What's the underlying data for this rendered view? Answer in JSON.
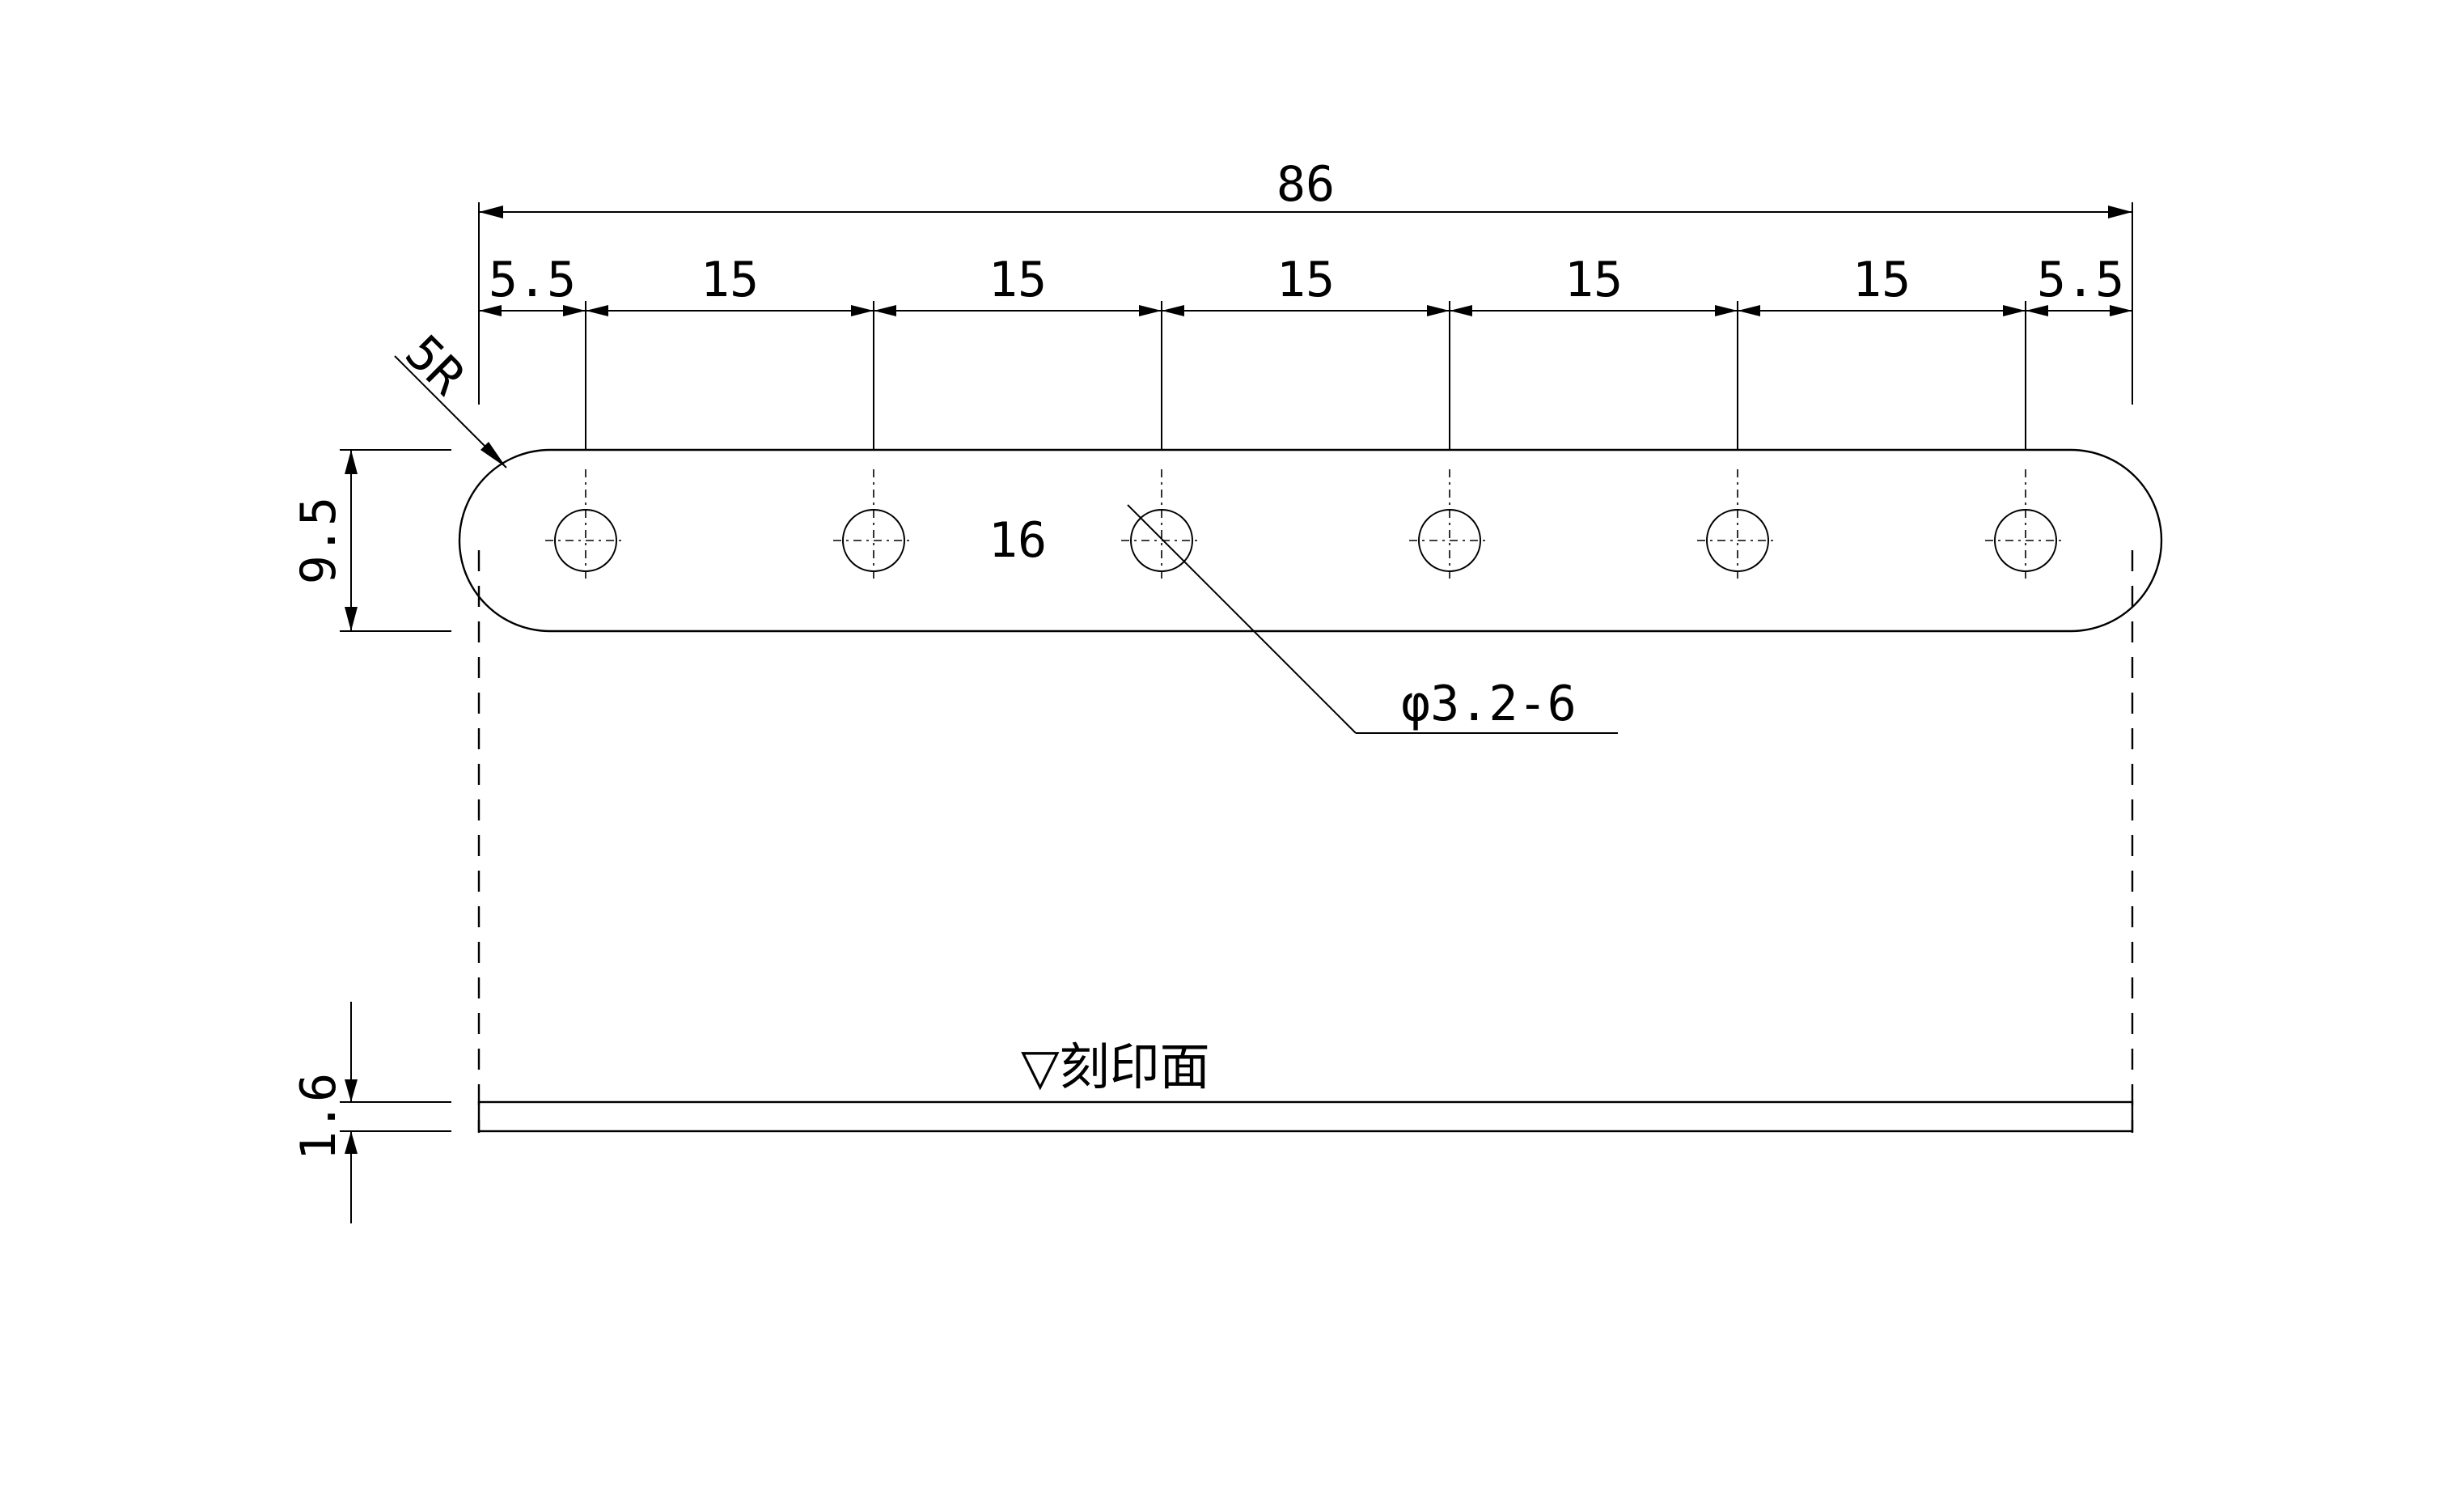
{
  "drawing": {
    "overall_length": "86",
    "end_offset_left": "5.5",
    "end_offset_right": "5.5",
    "pitches": [
      "15",
      "15",
      "15",
      "15",
      "15"
    ],
    "corner_radius": "5R",
    "width": "9.5",
    "inner_label": "16",
    "hole_callout": "φ3.2-6",
    "thickness": "1.6",
    "marking_face": "▽刻印面"
  }
}
